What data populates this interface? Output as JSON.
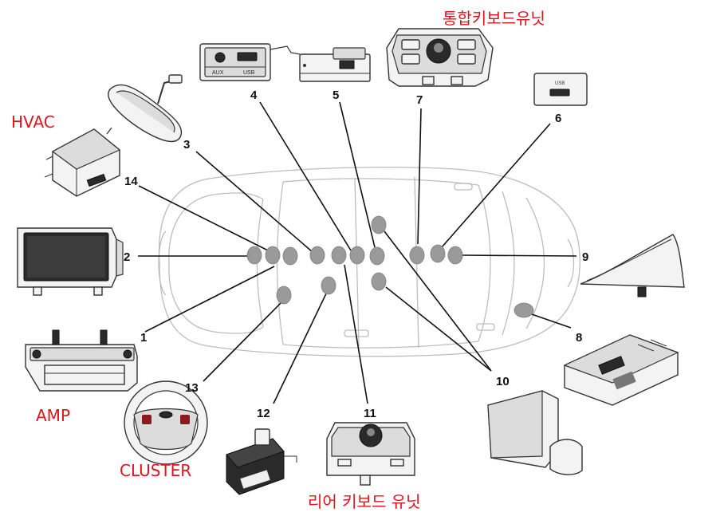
{
  "labels": {
    "keyboard_unit": "통합키보드유닛",
    "hvac": "HVAC",
    "amp": "AMP",
    "cluster": "CLUSTER",
    "rear_keyboard": "리어 키보드 유닛",
    "aux": "AUX",
    "usb": "USB",
    "usb_small": "USB"
  },
  "callouts": {
    "n1": "1",
    "n2": "2",
    "n3": "3",
    "n4": "4",
    "n5": "5",
    "n6": "6",
    "n7": "7",
    "n8": "8",
    "n9": "9",
    "n10": "10",
    "n11": "11",
    "n12": "12",
    "n13": "13",
    "n14": "14"
  },
  "colors": {
    "label_red": "#e0141b",
    "marker": "#9a9a9a"
  }
}
